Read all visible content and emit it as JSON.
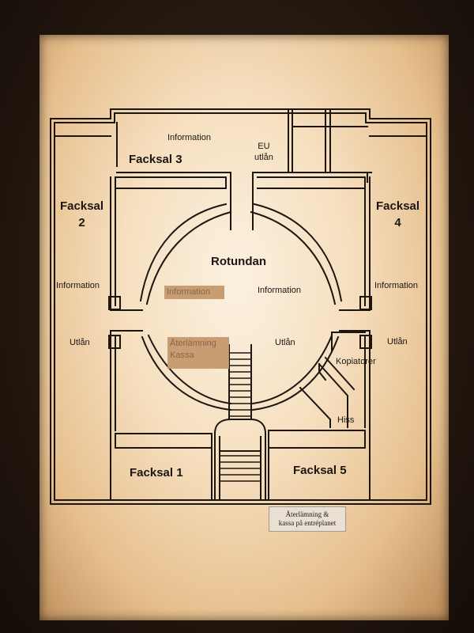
{
  "rooms": {
    "facksal3": "Facksal 3",
    "facksal2": [
      "Facksal",
      "2"
    ],
    "facksal4": [
      "Facksal",
      "4"
    ],
    "facksal1": "Facksal 1",
    "facksal5": "Facksal 5",
    "rotundan": "Rotundan"
  },
  "labels": {
    "information_top": "Information",
    "eu_utlan": [
      "EU",
      "utlån"
    ],
    "information_left": "Information",
    "information_right": "Information",
    "information_center": "Information",
    "utlan_left": "Utlån",
    "utlan_center": "Utlån",
    "utlan_right": "Utlån",
    "kopiatorer": "Kopiatorer",
    "hiss": "Hiss"
  },
  "stickers": {
    "information": "Information",
    "aterlamning_kassa": [
      "Återlämning",
      "Kassa"
    ]
  },
  "note": [
    "Återlämning &",
    "kassa på entréplanet"
  ],
  "colors": {
    "wall": "#1c1611",
    "sign_center": "#fbf1e0",
    "sign_edge": "#b98a57",
    "sticker": "#c4976a"
  }
}
